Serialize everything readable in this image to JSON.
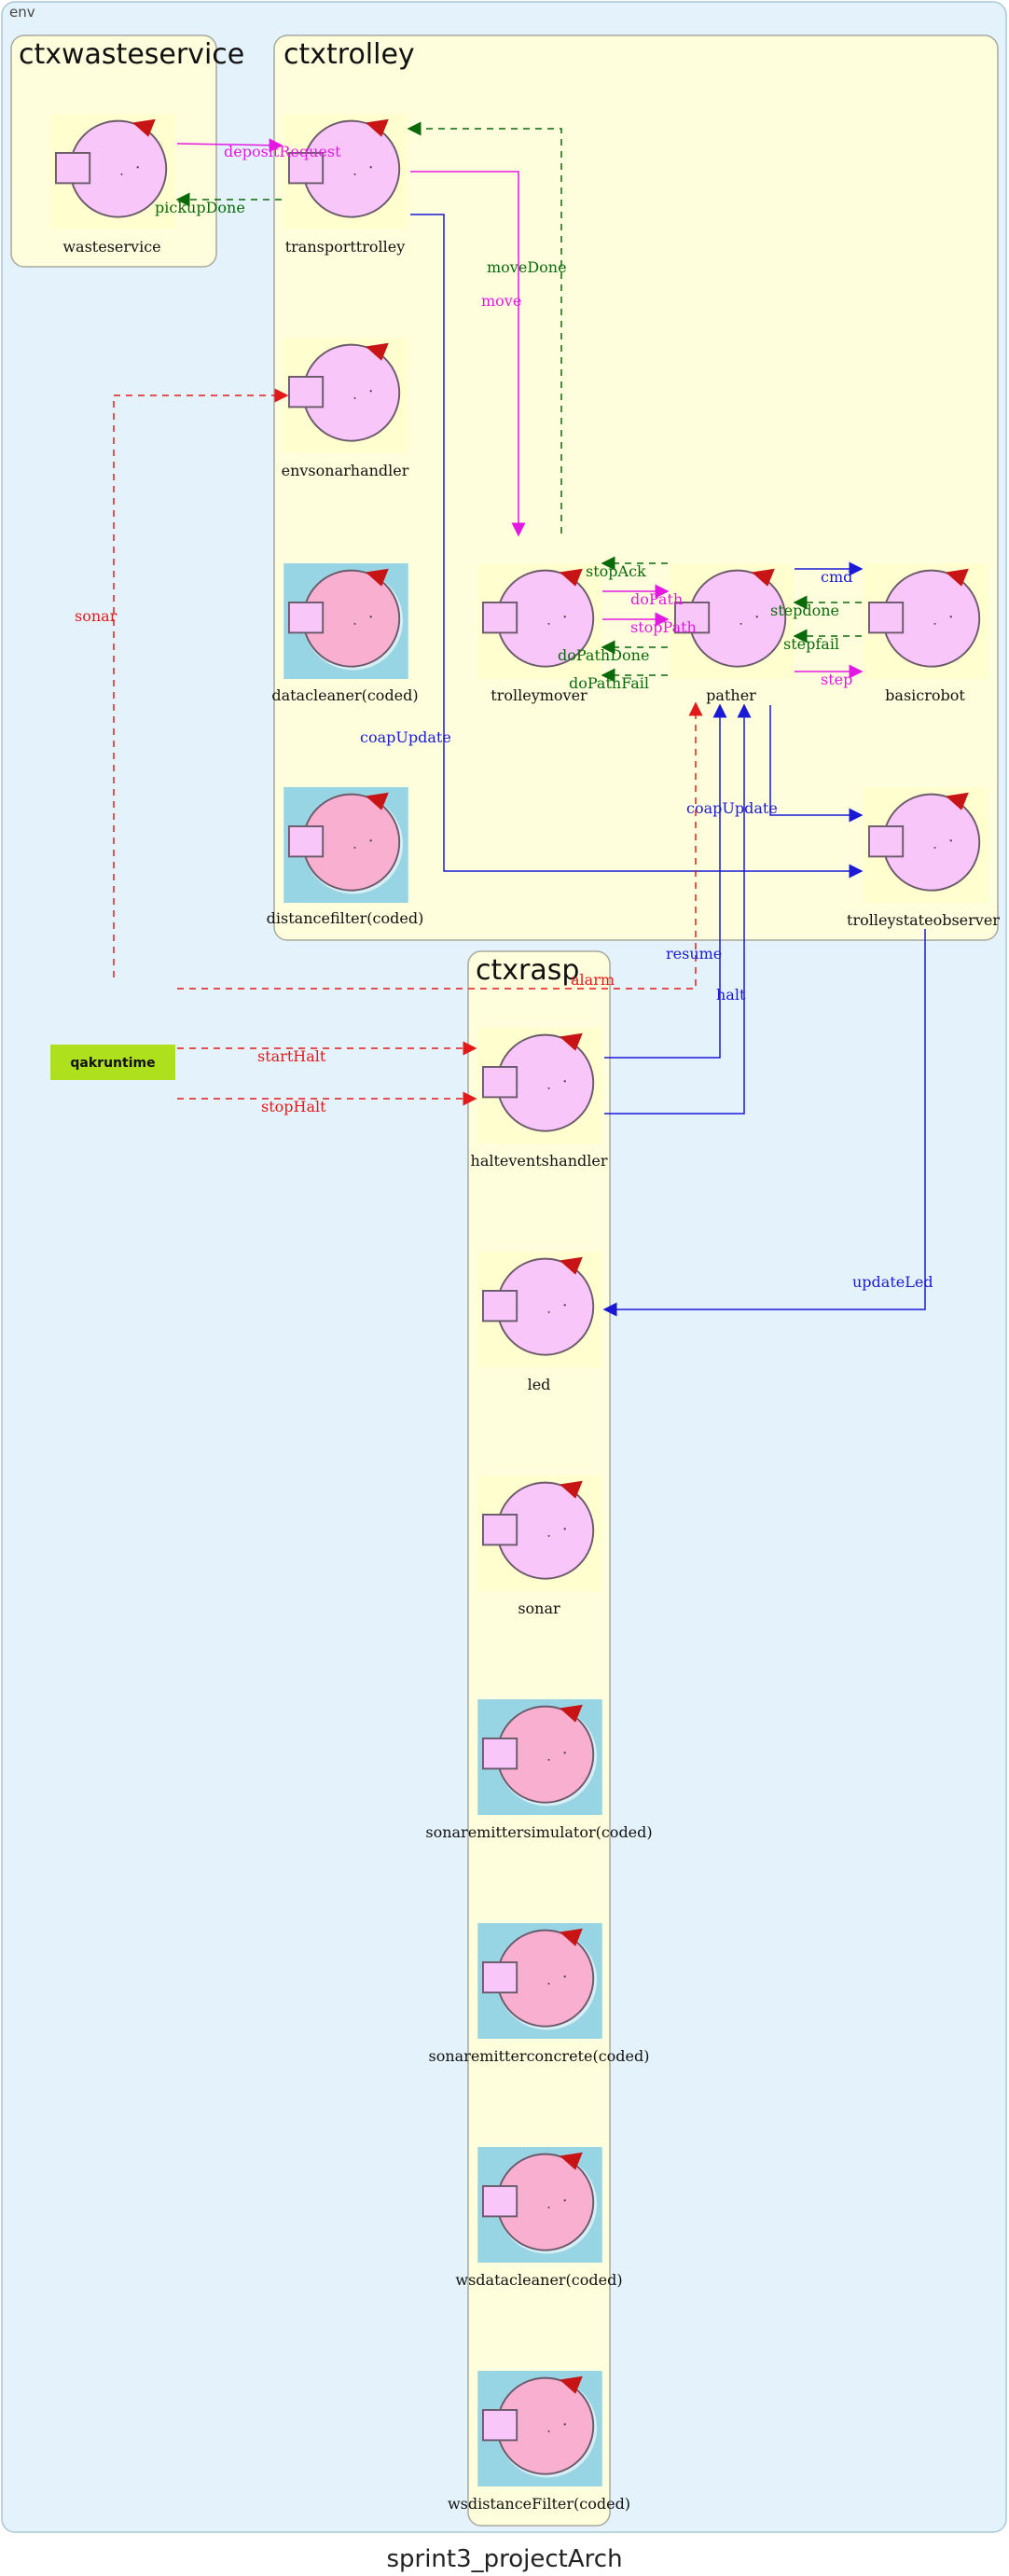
{
  "diagram_title": "sprint3_projectArch",
  "env_label": "env",
  "contexts": {
    "ctxwasteservice": "ctxwasteservice",
    "ctxtrolley": "ctxtrolley",
    "ctxrasp": "ctxrasp"
  },
  "actors": {
    "wasteservice": "wasteservice",
    "transporttrolley": "transporttrolley",
    "envsonarhandler": "envsonarhandler",
    "datacleaner": "datacleaner(coded)",
    "distancefilter": "distancefilter(coded)",
    "trolleymover": "trolleymover",
    "pather": "pather",
    "basicrobot": "basicrobot",
    "trolleystateobserver": "trolleystateobserver",
    "halteventshandler": "halteventshandler",
    "led": "led",
    "sonar": "sonar",
    "sonaremittersimulator": "sonaremittersimulator(coded)",
    "sonaremitterconcrete": "sonaremitterconcrete(coded)",
    "wsdatacleaner": "wsdatacleaner(coded)",
    "wsdistanceFilter": "wsdistanceFilter(coded)",
    "qakruntime": "qakruntime"
  },
  "messages": {
    "depositRequest": "depositRequest",
    "pickupDone": "pickupDone",
    "moveDone": "moveDone",
    "move": "move",
    "sonar": "sonar",
    "coapUpdate_left": "coapUpdate",
    "coapUpdate_mid": "coapUpdate",
    "stopAck": "stopAck",
    "doPath": "doPath",
    "stopPath": "stopPath",
    "doPathDone": "doPathDone",
    "doPathFail": "doPathFail",
    "cmd": "cmd",
    "stepdone": "stepdone",
    "stepfail": "stepfail",
    "step": "step",
    "resume": "resume",
    "alarm": "alarm",
    "halt": "halt",
    "startHalt": "startHalt",
    "stopHalt": "stopHalt",
    "updateLed": "updateLed"
  },
  "colors": {
    "env_bg": "#e4f3fb",
    "ctx_bg": "#fefedd",
    "actor_fill": "#f9c6f9",
    "coded_fill": "#f9afd0",
    "coded_bg": "#98d5e4",
    "dispatch": "#e319e3",
    "reply": "#0a6a0a",
    "event": "#e31919",
    "coap": "#1919d6",
    "qak_bg": "#afe01e"
  }
}
